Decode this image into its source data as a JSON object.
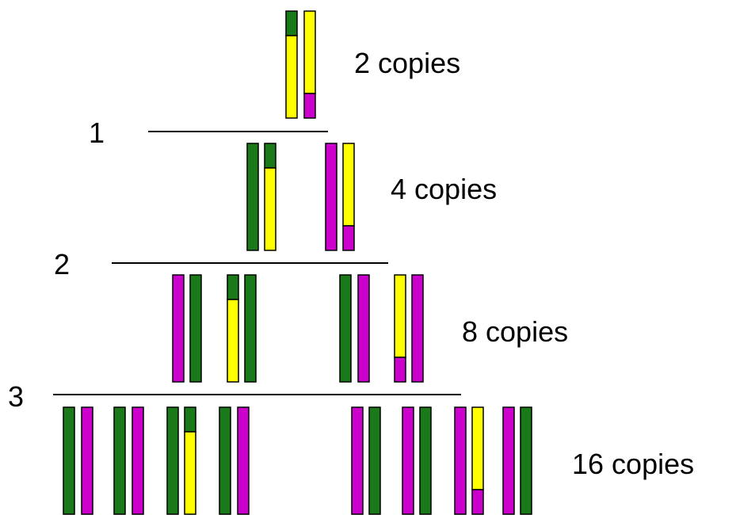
{
  "colors": {
    "green": "#1a7a1a",
    "yellow": "#ffff00",
    "magenta": "#cc00cc",
    "line": "#000000"
  },
  "cycles": [
    {
      "label": "1"
    },
    {
      "label": "2"
    },
    {
      "label": "3"
    }
  ],
  "generations": [
    {
      "copies_label": "2 copies"
    },
    {
      "copies_label": "4 copies"
    },
    {
      "copies_label": "8 copies"
    },
    {
      "copies_label": "16 copies"
    }
  ]
}
